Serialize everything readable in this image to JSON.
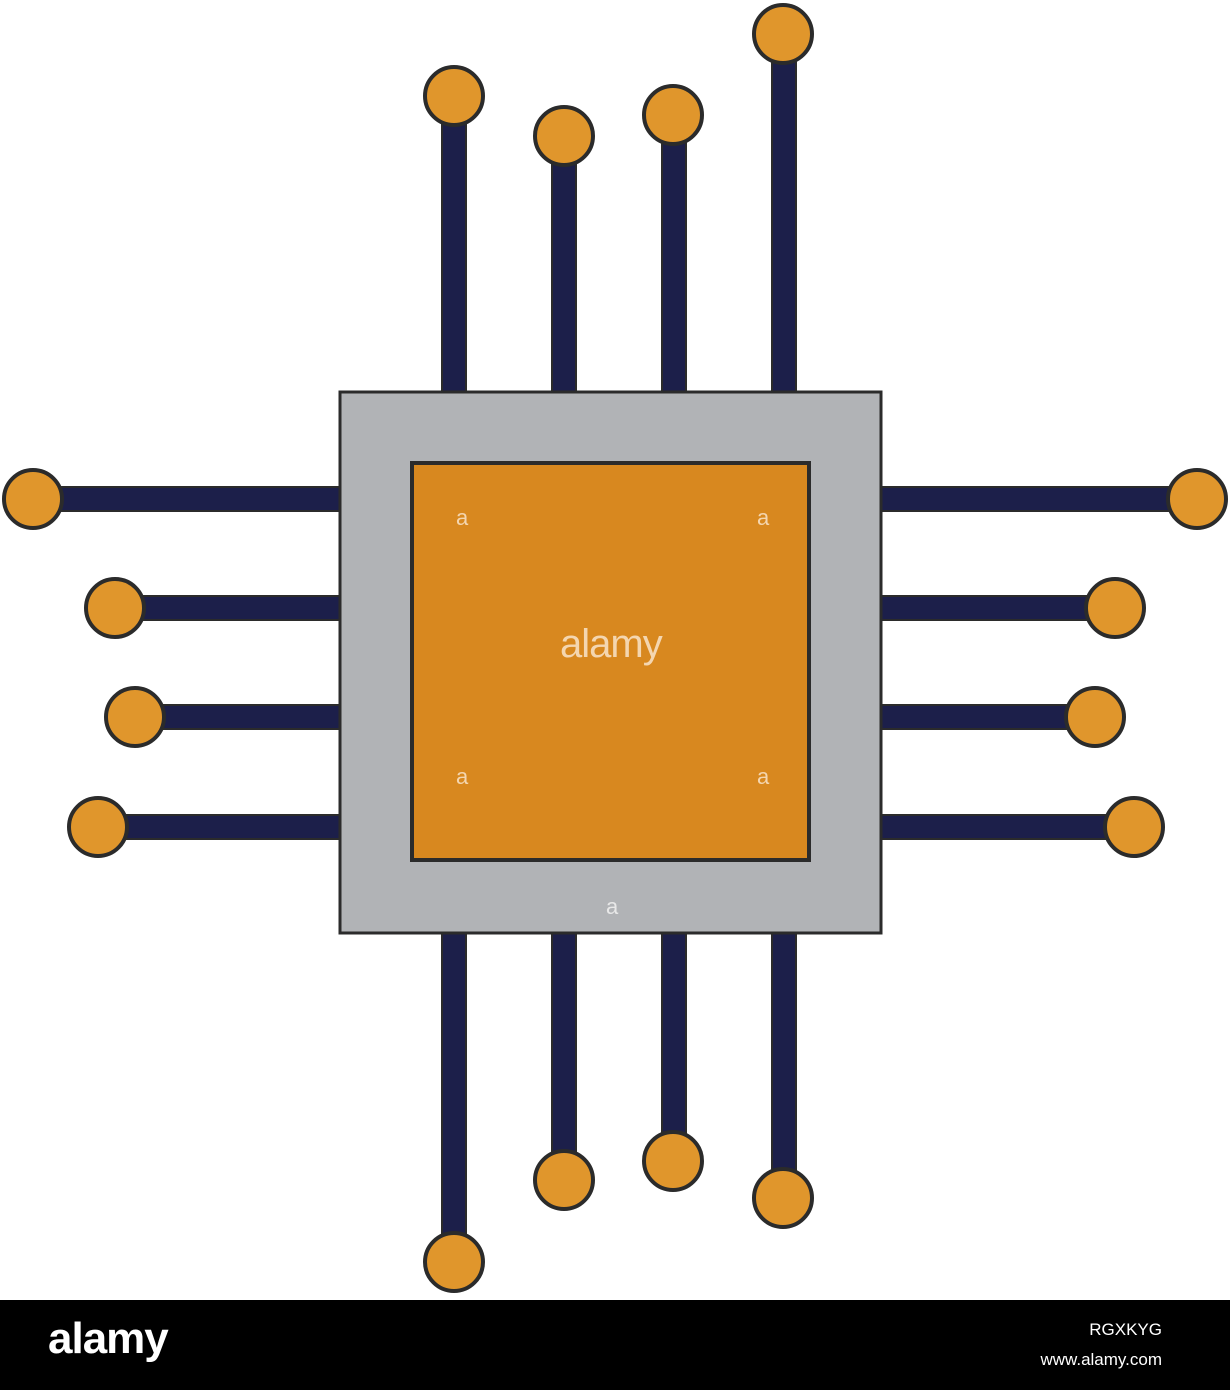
{
  "image": {
    "subject": "microchip-icon",
    "colors": {
      "background": "#ffffff",
      "chip_body": "#b1b3b6",
      "chip_core": "#d8881f",
      "pin_line": "#1c1f4a",
      "pin_pad": "#e0962c",
      "outline": "#2b2b2b",
      "footer": "#000000"
    }
  },
  "watermark": {
    "center_text": "alamy",
    "small_letter": "a"
  },
  "footer": {
    "brand": "alamy",
    "stock_id": "RGXKYG",
    "url": "www.alamy.com"
  }
}
